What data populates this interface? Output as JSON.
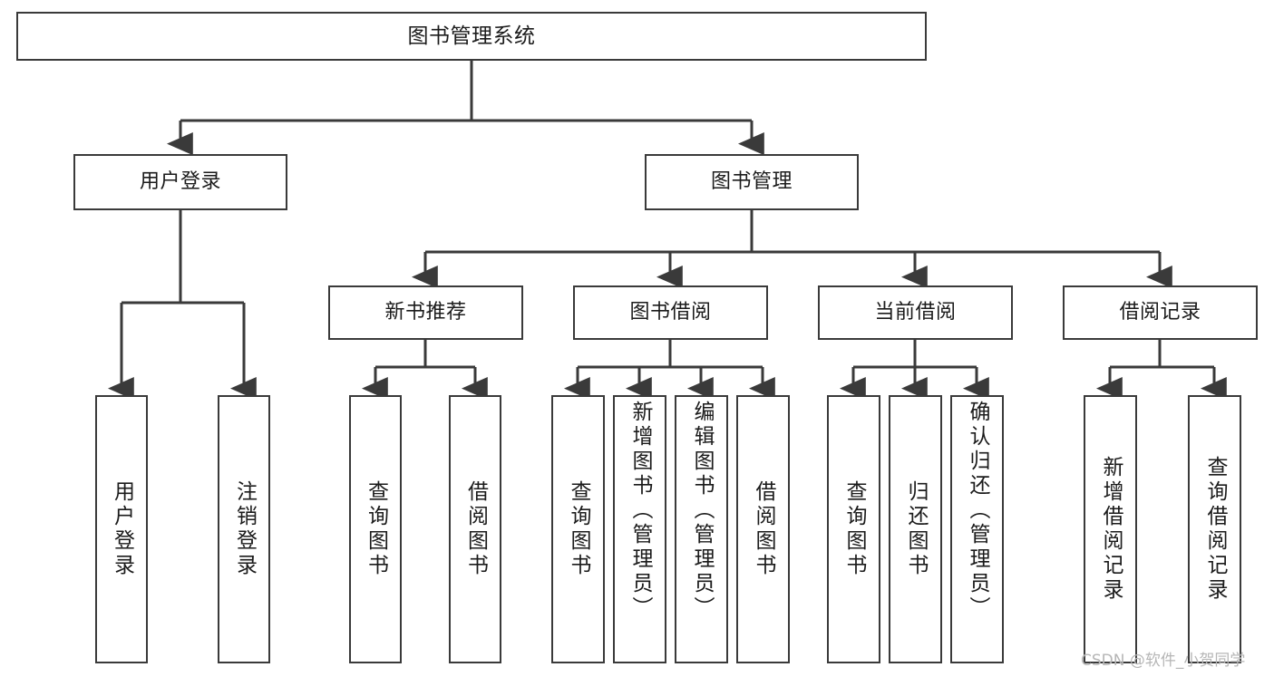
{
  "diagram": {
    "title": "图书管理系统",
    "type": "tree",
    "stroke_color": "#3a3a3a",
    "text_color": "#1b1b1b",
    "background_color": "#ffffff",
    "watermark": "CSDN @软件_小贺同学",
    "levels": {
      "root": {
        "label": "图书管理系统"
      },
      "level2": [
        {
          "label": "用户登录"
        },
        {
          "label": "图书管理"
        }
      ],
      "level3": [
        {
          "label": "新书推荐"
        },
        {
          "label": "图书借阅"
        },
        {
          "label": "当前借阅"
        },
        {
          "label": "借阅记录"
        }
      ]
    },
    "nodes": {
      "root": "图书管理系统",
      "user_login": "用户登录",
      "book_manage": "图书管理",
      "new_book_rec": "新书推荐",
      "book_borrow": "图书借阅",
      "current_borrow": "当前借阅",
      "borrow_record": "借阅记录",
      "leaf_user_login": "用户登录",
      "leaf_logout": "注销登录",
      "leaf_query_book_1": "查询图书",
      "leaf_borrow_book_1": "借阅图书",
      "leaf_query_book_2": "查询图书",
      "leaf_add_book_admin": "新增图书（管理员）",
      "leaf_edit_book_admin": "编辑图书（管理员）",
      "leaf_borrow_book_2": "借阅图书",
      "leaf_query_book_3": "查询图书",
      "leaf_return_book": "归还图书",
      "leaf_confirm_return_admin": "确认归还（管理员）",
      "leaf_add_record": "新增借阅记录",
      "leaf_query_record": "查询借阅记录"
    }
  }
}
